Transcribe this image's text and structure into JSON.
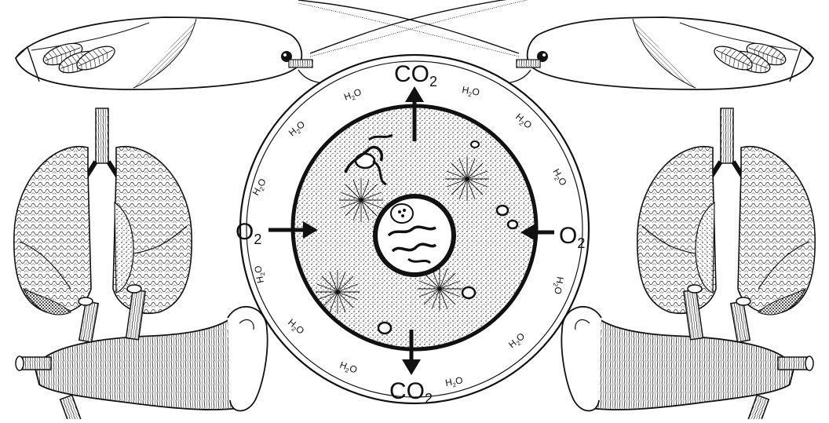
{
  "labels": {
    "co2": "CO",
    "co2_sub": "2",
    "o2": "O",
    "o2_sub": "2",
    "h2o": "H",
    "h2o_sub": "2",
    "h2o_tail": "O"
  },
  "colors": {
    "ink": "#111111",
    "paper": "#ffffff",
    "stipple": "#444444"
  },
  "icons": [
    "insect-with-gills-icon",
    "lungs-icon",
    "trachea-tube-icon",
    "cell-diagram-icon"
  ]
}
